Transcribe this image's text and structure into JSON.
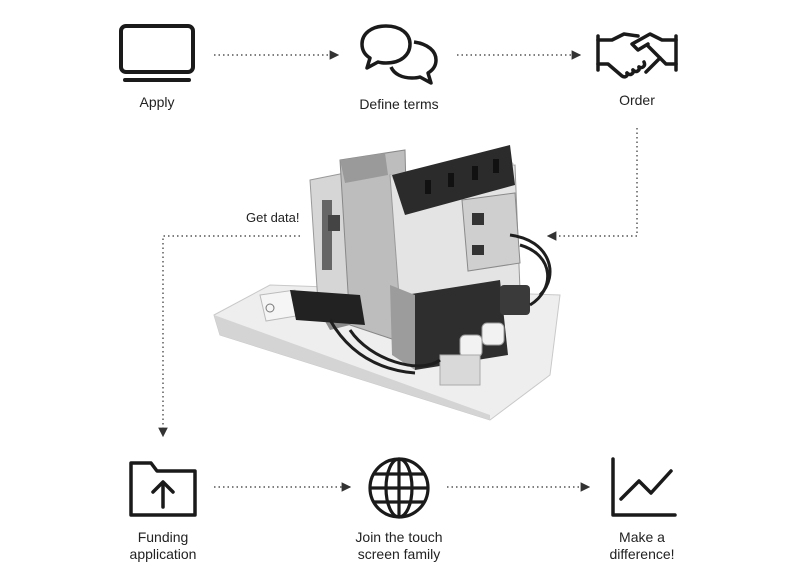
{
  "steps": {
    "apply": "Apply",
    "define_terms": "Define terms",
    "order": "Order",
    "get_data": "Get data!",
    "funding": "Funding\napplication",
    "join": "Join the touch\nscreen family",
    "difference": "Make a\ndifference!"
  },
  "icons": {
    "apply": "monitor-icon",
    "define_terms": "speech-bubbles-icon",
    "order": "handshake-icon",
    "funding": "folder-upload-icon",
    "join": "globe-icon",
    "difference": "line-chart-icon"
  },
  "colors": {
    "stroke": "#1a1a1a",
    "connector": "#333333"
  }
}
